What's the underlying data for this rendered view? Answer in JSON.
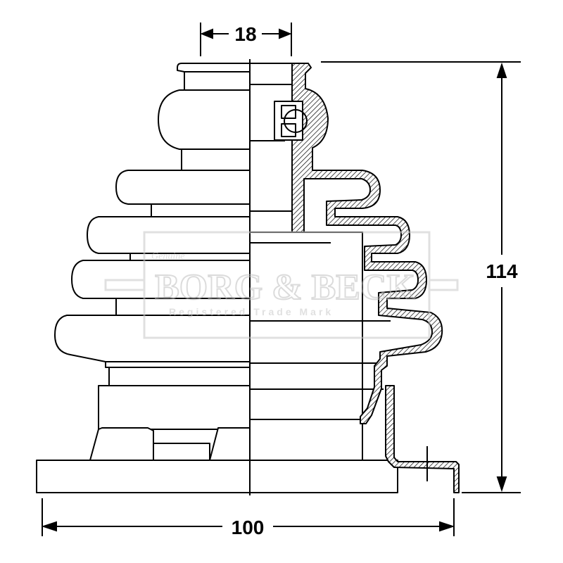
{
  "dimensions": {
    "top_width": "18",
    "height": "114",
    "bottom_width": "100"
  },
  "watermark": {
    "genuine": "Genuine",
    "brand": "BORG & BECK",
    "subtitle": "Registered Trade Mark"
  },
  "colors": {
    "line": "#000000",
    "watermark": "#c8c8c8",
    "background": "#ffffff"
  }
}
